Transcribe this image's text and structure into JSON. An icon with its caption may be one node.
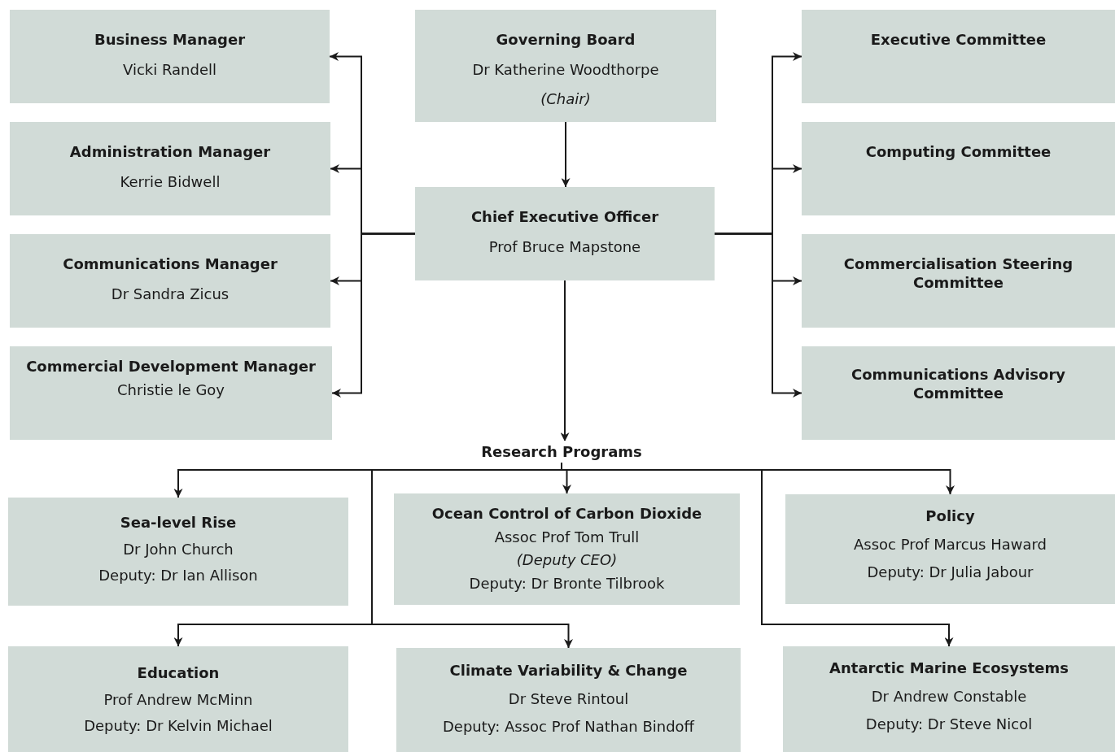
{
  "diagram": {
    "nodes": [
      {
        "text": [
          "Governing Board",
          "Dr Katherine Woodthorpe",
          "(Chair)"
        ]
      },
      {
        "text": [
          "Chief Executive Officer",
          "Prof Bruce Mapstone"
        ]
      },
      {
        "text": [
          "Business Manager",
          "Vicki Randell"
        ]
      },
      {
        "text": [
          "Administration Manager",
          "Kerrie Bidwell"
        ]
      },
      {
        "text": [
          "Communications Manager",
          "Dr Sandra Zicus"
        ]
      },
      {
        "text": [
          "Commercial Development Manager",
          "Christie le Goy"
        ]
      },
      {
        "text": [
          "Executive Committee"
        ]
      },
      {
        "text": [
          "Computing Committee"
        ]
      },
      {
        "text": [
          "Commercialisation Steering Committee"
        ]
      },
      {
        "text": [
          "Communications Advisory Committee"
        ]
      },
      {
        "text": [
          "Research Programs"
        ]
      },
      {
        "text": [
          "Sea-level Rise",
          "Dr John Church",
          "Deputy: Dr Ian Allison"
        ]
      },
      {
        "text": [
          "Ocean Control of Carbon Dioxide",
          "Assoc Prof Tom Trull",
          "(Deputy CEO)",
          "Deputy: Dr Bronte Tilbrook"
        ]
      },
      {
        "text": [
          "Policy",
          "Assoc Prof Marcus Haward",
          "Deputy: Dr Julia Jabour"
        ]
      },
      {
        "text": [
          "Education",
          "Prof Andrew McMinn",
          "Deputy: Dr Kelvin Michael"
        ]
      },
      {
        "text": [
          "Climate Variability & Change",
          "Dr Steve Rintoul",
          "Deputy: Assoc Prof Nathan Bindoff"
        ]
      },
      {
        "text": [
          "Antarctic Marine Ecosystems",
          "Dr Andrew Constable",
          "Deputy: Dr Steve Nicol"
        ]
      }
    ],
    "edges": [
      {
        "from": 0,
        "to": 1,
        "arrow": "to"
      },
      {
        "from": 1,
        "to": 2,
        "arrow": "to"
      },
      {
        "from": 1,
        "to": 3,
        "arrow": "to"
      },
      {
        "from": 1,
        "to": 4,
        "arrow": "to"
      },
      {
        "from": 1,
        "to": 5,
        "arrow": "to"
      },
      {
        "from": 1,
        "to": 6,
        "arrow": "to"
      },
      {
        "from": 1,
        "to": 7,
        "arrow": "to"
      },
      {
        "from": 1,
        "to": 8,
        "arrow": "to"
      },
      {
        "from": 1,
        "to": 9,
        "arrow": "to"
      },
      {
        "from": 1,
        "to": 10,
        "arrow": "to"
      },
      {
        "from": 10,
        "to": 11,
        "arrow": "to"
      },
      {
        "from": 10,
        "to": 12,
        "arrow": "to"
      },
      {
        "from": 10,
        "to": 13,
        "arrow": "to"
      },
      {
        "from": 10,
        "to": 14,
        "arrow": "to"
      },
      {
        "from": 10,
        "to": 15,
        "arrow": "to"
      },
      {
        "from": 10,
        "to": 16,
        "arrow": "to"
      }
    ]
  }
}
